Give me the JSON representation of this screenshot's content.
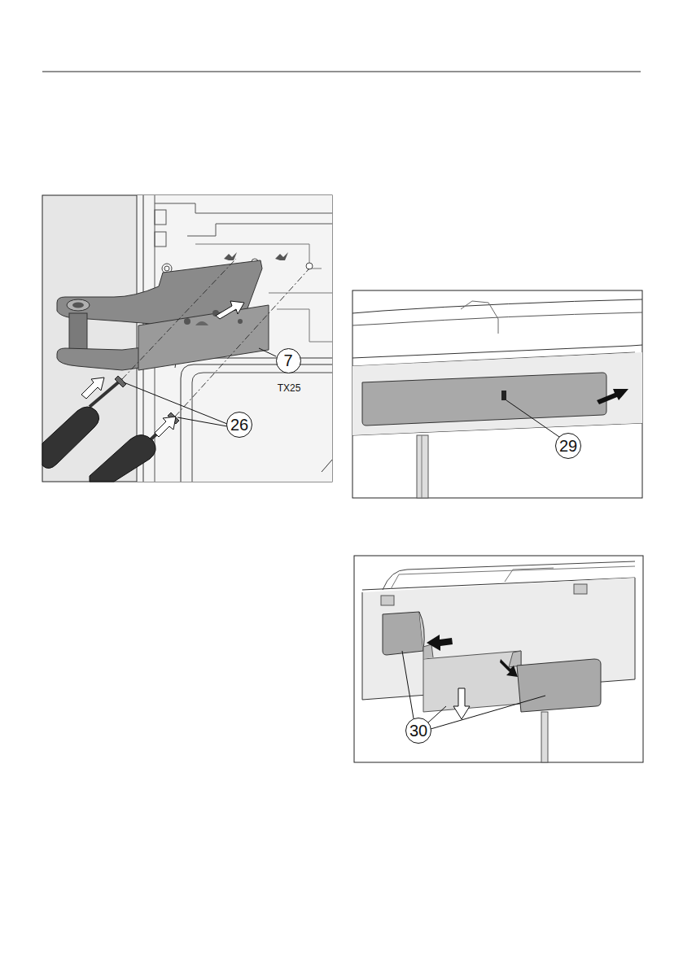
{
  "diagram": {
    "labels": [
      "7",
      "26",
      "TX25",
      "29",
      "30"
    ]
  }
}
